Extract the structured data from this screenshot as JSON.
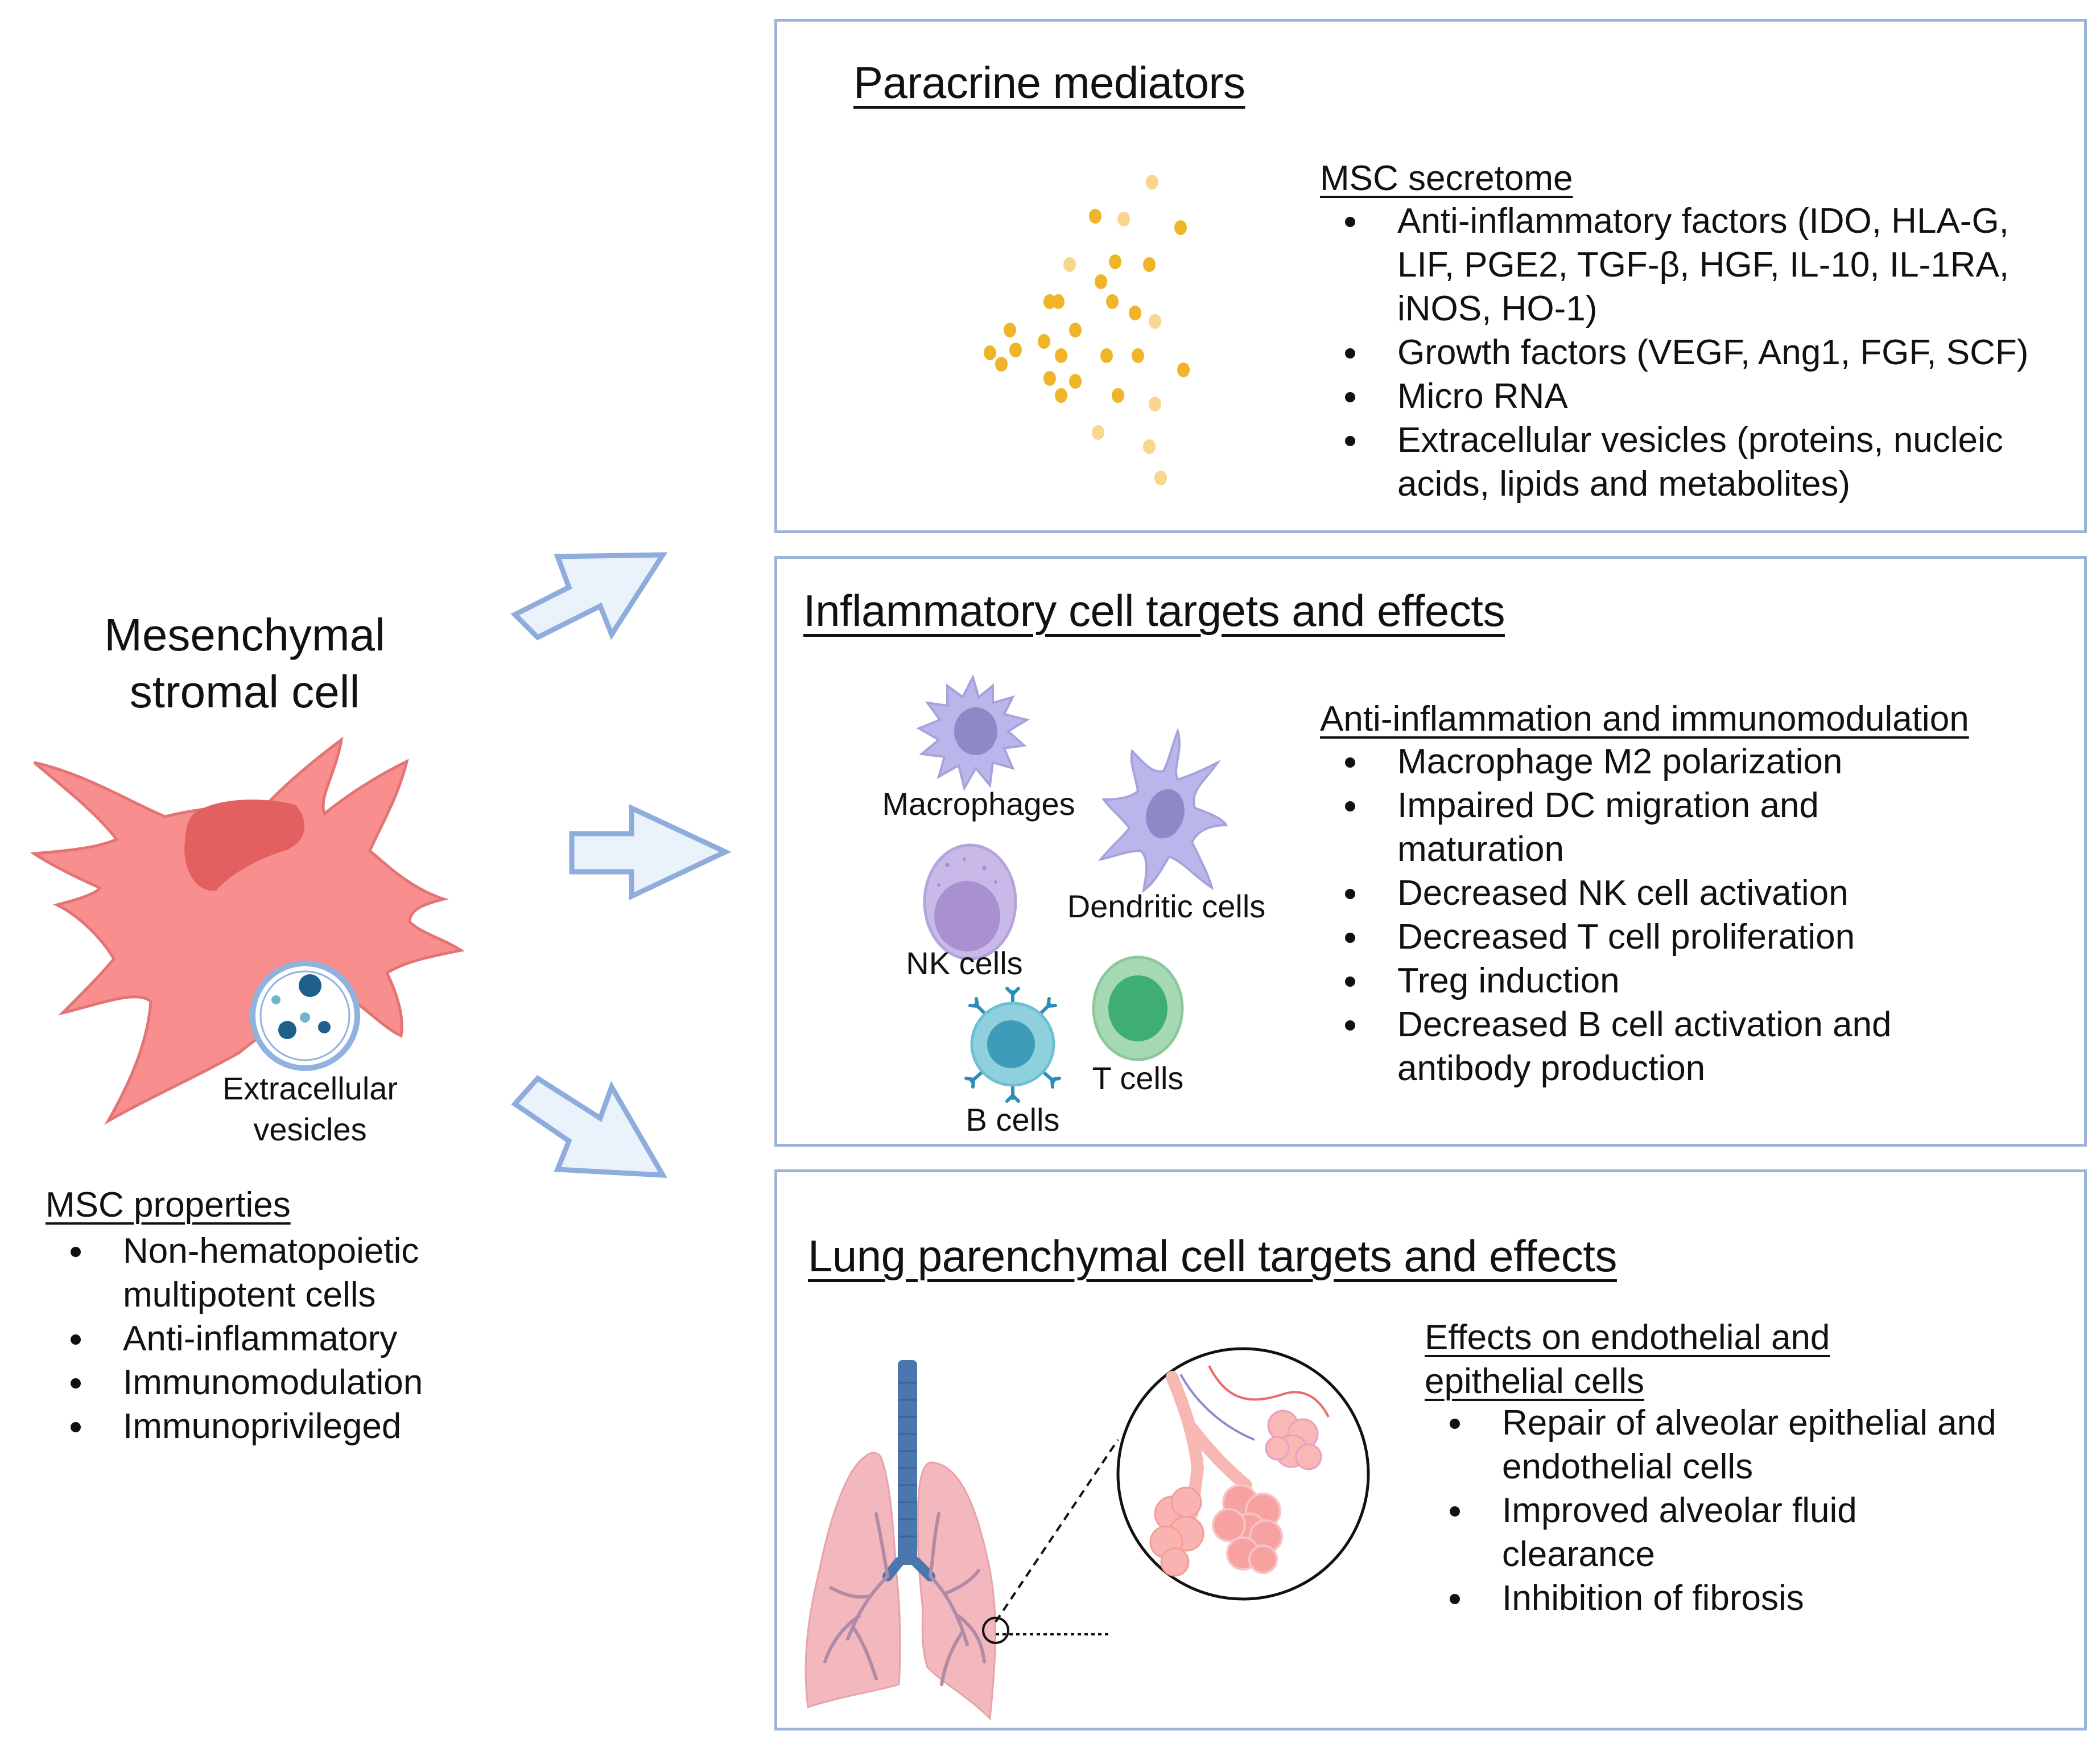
{
  "left_panel": {
    "cell_title_line1": "Mesenchymal",
    "cell_title_line2": "stromal cell",
    "ev_label_line1": "Extracellular",
    "ev_label_line2": "vesicles",
    "properties_heading": "MSC properties",
    "properties": [
      "Non-hematopoietic multipotent cells",
      "Anti-inflammatory",
      "Immunomodulation",
      "Immunoprivileged"
    ]
  },
  "arrows": {
    "fill": "#eaf2fb",
    "stroke": "#8eacdc",
    "targets": [
      "Paracrine mediators",
      "Inflammatory cell targets and effects",
      "Lung parenchymal cell targets and effects"
    ]
  },
  "paracrine": {
    "title": "Paracrine mediators",
    "secretome_heading": "MSC secretome",
    "items": [
      "Anti-inflammatory factors (IDO, HLA-G, LIF, PGE2, TGF-β, HGF, IL-10, IL-1RA, iNOS,  HO-1)",
      "Growth factors (VEGF, Ang1, FGF, SCF)",
      "Micro RNA",
      "Extracellular vesicles (proteins, nucleic acids, lipids and metabolites)"
    ]
  },
  "inflammatory": {
    "title": "Inflammatory cell targets and effects",
    "cell_labels": {
      "macrophages": "Macrophages",
      "dendritic": "Dendritic cells",
      "nk": "NK cells",
      "t": "T cells",
      "b": "B cells"
    },
    "effects_heading": "Anti-inflammation and immunomodulation",
    "effects": [
      "Macrophage M2 polarization",
      "Impaired DC migration and maturation",
      "Decreased NK cell activation",
      "Decreased T cell proliferation",
      "Treg induction",
      "Decreased B cell activation and antibody production"
    ]
  },
  "lung": {
    "title": "Lung parenchymal cell targets and effects",
    "effects_heading": "Effects on endothelial and epithelial cells",
    "effects": [
      "Repair of alveolar epithelial and endothelial cells",
      "Improved alveolar fluid clearance",
      "Inhibition of fibrosis"
    ]
  },
  "colors": {
    "box_border": "#9db4da",
    "msc_cell": "#f88e8e",
    "msc_nucleus": "#e36060",
    "secretome_dot": "#f0b429",
    "lung": "#f2b8bd",
    "trachea": "#4a78ae"
  }
}
